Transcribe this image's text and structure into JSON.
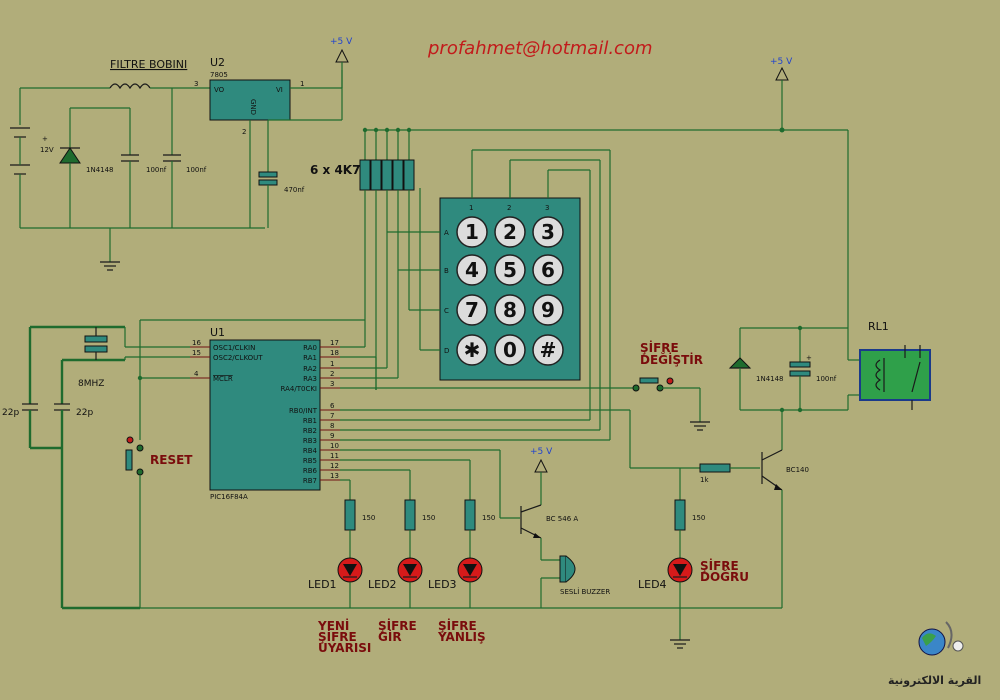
{
  "header": {
    "email": "profahmet@hotmail.com"
  },
  "power": {
    "vcc_label": "+5 V"
  },
  "components": {
    "coil_label": "FILTRE BOBINI",
    "regulator": {
      "ref": "U2",
      "part": "7805",
      "vo": "VO",
      "vi": "VI",
      "gnd": "GND",
      "pin1": "1",
      "pin2": "2",
      "pin3": "3"
    },
    "battery_voltage": "12V",
    "battery_plus": "+",
    "diode1": "1N4148",
    "cap1": "100nf",
    "cap2": "100nf",
    "cap3": "470nf",
    "resistor_array": "6 x 4K7",
    "crystal": "8MHZ",
    "cap_22p_left": "22p",
    "cap_22p_right": "22p",
    "mcu": {
      "ref": "U1",
      "part": "PIC16F84A",
      "left_pins": [
        {
          "num": "16",
          "name": "OSC1/CLKIN"
        },
        {
          "num": "15",
          "name": "OSC2/CLKOUT"
        },
        {
          "num": "4",
          "name": "MCLR"
        }
      ],
      "right_pins": [
        {
          "num": "17",
          "name": "RA0"
        },
        {
          "num": "18",
          "name": "RA1"
        },
        {
          "num": "1",
          "name": "RA2"
        },
        {
          "num": "2",
          "name": "RA3"
        },
        {
          "num": "3",
          "name": "RA4/T0CKI"
        },
        {
          "num": "6",
          "name": "RB0/INT"
        },
        {
          "num": "7",
          "name": "RB1"
        },
        {
          "num": "8",
          "name": "RB2"
        },
        {
          "num": "9",
          "name": "RB3"
        },
        {
          "num": "10",
          "name": "RB4"
        },
        {
          "num": "11",
          "name": "RB5"
        },
        {
          "num": "12",
          "name": "RB6"
        },
        {
          "num": "13",
          "name": "RB7"
        }
      ]
    },
    "keypad": {
      "keys": [
        "1",
        "2",
        "3",
        "4",
        "5",
        "6",
        "7",
        "8",
        "9",
        "✱",
        "0",
        "#"
      ],
      "rows": [
        "A",
        "B",
        "C",
        "D"
      ],
      "cols": [
        "1",
        "2",
        "3"
      ]
    },
    "reset_label": "RESET",
    "change_button_label": "ŞİFRE DEĞİŞTİR",
    "relay": {
      "ref": "RL1",
      "diode": "1N4148",
      "cap": "100nf",
      "cap_plus": "+"
    },
    "transistor_relay": "BC140",
    "resistor_1k": "1k",
    "transistor_buzzer": "BC 546 A",
    "buzzer_label": "SESLİ BUZZER",
    "r150": "150",
    "leds": [
      {
        "ref": "LED1",
        "caption": [
          "YENİ",
          "ŞİFRE",
          "UYARISI"
        ]
      },
      {
        "ref": "LED2",
        "caption": [
          "ŞİFRE",
          "GİR"
        ]
      },
      {
        "ref": "LED3",
        "caption": [
          "ŞİFRE",
          "YANLIŞ"
        ]
      },
      {
        "ref": "LED4",
        "caption": [
          "ŞİFRE",
          "DOĞRU"
        ]
      }
    ]
  },
  "logo": {
    "text": "القرية الالكترونية"
  }
}
